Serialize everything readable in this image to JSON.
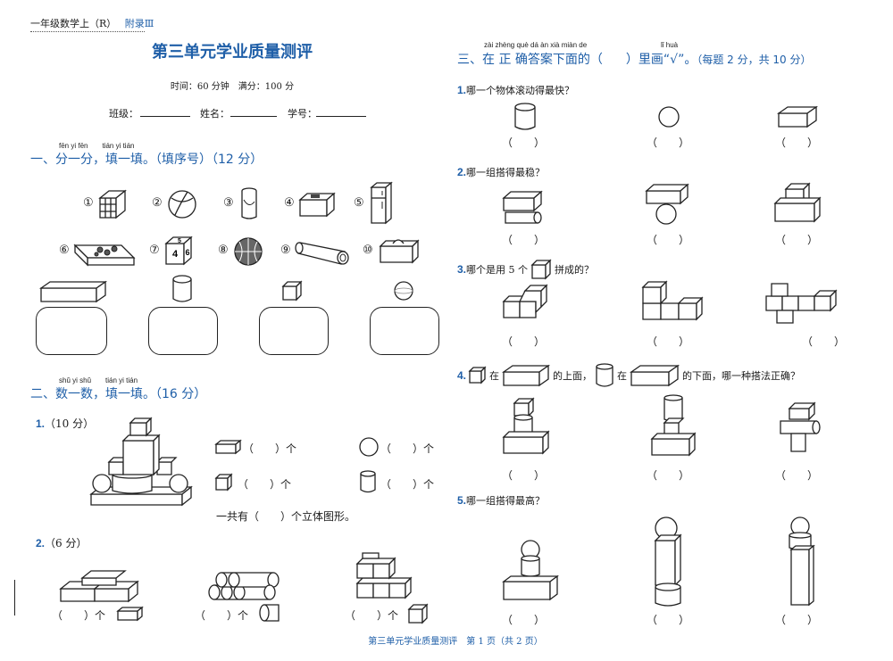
{
  "header": {
    "book": "一年级数学上（R）",
    "appendix": "附录Ⅲ",
    "title": "第三单元学业质量测评",
    "time_info": "时间：60 分钟　满分：100 分",
    "class_label": "班级：",
    "name_label": "姓名：",
    "id_label": "学号："
  },
  "section1": {
    "pinyin": "fēn yi fēn　　tián yi tián",
    "heading": "一、分一分，填一填。",
    "note": "（填序号）（12 分）",
    "labels": [
      "①",
      "②",
      "③",
      "④",
      "⑤",
      "⑥",
      "⑦",
      "⑧",
      "⑨",
      "⑩"
    ],
    "dice_numbers": [
      "5",
      "4",
      "6"
    ]
  },
  "section2": {
    "pinyin": "shǔ yi shǔ　　tián yi tián",
    "heading": "二、数一数，填一填。",
    "note": "（16 分）",
    "q1_num": "1.",
    "q1_score": "（10 分）",
    "count_paren": "（　　）个",
    "total": "一共有（　　）个立体图形。",
    "q2_num": "2.",
    "q2_score": "（6 分）"
  },
  "section3": {
    "pinyin_a": "zài zhèng què dá àn xià miàn de",
    "pinyin_b": "lǐ huà",
    "heading_a": "三、在 正 确答案下面的（",
    "heading_b": "）里画“√”。",
    "note": "（每题 2 分，共 10 分）",
    "answer_paren": "（　　）",
    "q1_num": "1.",
    "q1_text": "哪一个物体滚动得最快？",
    "q2_num": "2.",
    "q2_text": "哪一组搭得最稳？",
    "q3_num": "3.",
    "q3_text_a": "哪个是用 5 个",
    "q3_text_b": "拼成的？",
    "q4_num": "4.",
    "q4_zai": "在",
    "q4_shang": "的上面，",
    "q4_xia": "的下面，哪一种搭法正确？",
    "q5_num": "5.",
    "q5_text": "哪一组搭得最高？"
  },
  "footer": {
    "text": "第三单元学业质量测评　第 1 页（共 2 页）"
  }
}
